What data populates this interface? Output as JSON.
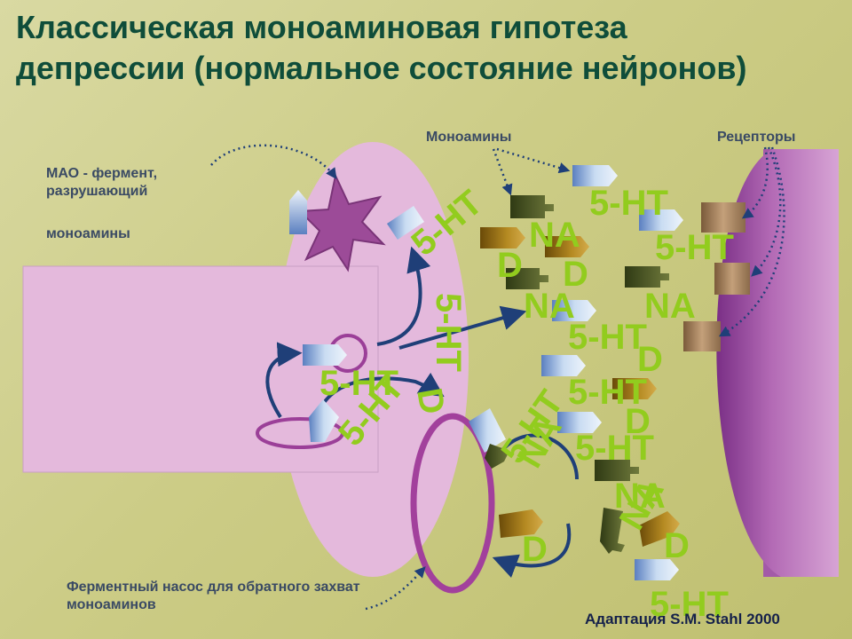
{
  "title": "Классическая моноаминовая гипотеза депрессии (нормальное состояние нейронов)",
  "labels": {
    "mao_line1": "МАО - фермент, разрушающий",
    "mao_line2": "моноамины",
    "monoamines": "Моноамины",
    "receptors": "Рецепторы",
    "reuptake_pump": "Ферментный насос для обратного захват моноаминов",
    "credit": "Адаптация S.M. Stahl 2000"
  },
  "molecules": {
    "serotonin": "5-HT",
    "noradrenaline": "NA",
    "dopamine": "D"
  },
  "colors": {
    "title": "#0f4d3a",
    "neuron": "#e4b9dc",
    "postsynaptic": "#9a4a9a",
    "arrow": "#1f3f78",
    "molecule_text": "#92cc1e"
  }
}
